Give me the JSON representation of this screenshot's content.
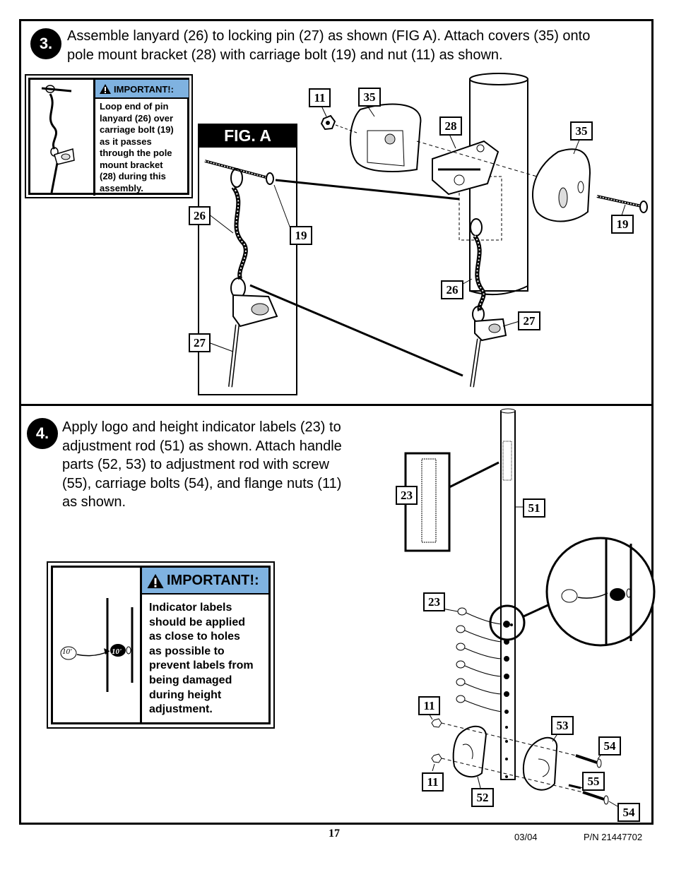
{
  "step3": {
    "number": "3.",
    "text_line1": "Assemble lanyard (26) to locking pin (27) as shown (FIG A). Attach covers (35) onto",
    "text_line2": "pole mount bracket (28) with carriage bolt (19) and nut (11) as shown.",
    "important": {
      "title": "IMPORTANT!:",
      "lines": [
        "Loop end of pin",
        "lanyard (26) over",
        "carriage bolt (19)",
        "as it passes",
        "through the pole",
        "mount bracket",
        "(28) during this",
        "assembly."
      ]
    },
    "fig_label": "FIG. A",
    "callouts": {
      "c11": "11",
      "c35a": "35",
      "c28": "28",
      "c35b": "35",
      "c19a": "19",
      "c26a": "26",
      "c19b": "19",
      "c26b": "26",
      "c27a": "27",
      "c27b": "27"
    }
  },
  "step4": {
    "number": "4.",
    "lines": [
      "Apply logo and height indicator labels (23) to",
      "adjustment rod (51) as shown.  Attach handle",
      "parts (52, 53) to adjustment rod with screw",
      "(55), carriage bolts (54), and flange nuts (11)",
      "as shown."
    ],
    "important": {
      "title": "IMPORTANT!:",
      "lines": [
        "Indicator labels",
        "should be applied",
        "as close to holes",
        "as possible to",
        "prevent labels from",
        "being damaged",
        "during height",
        "adjustment."
      ],
      "label_sample": "10'"
    },
    "callouts": {
      "c23a": "23",
      "c51": "51",
      "c23b": "23",
      "c11a": "11",
      "c53": "53",
      "c54a": "54",
      "c55": "55",
      "c11b": "11",
      "c52": "52",
      "c54b": "54"
    }
  },
  "footer": {
    "page": "17",
    "date": "03/04",
    "pn": "P/N 21447702"
  },
  "icons": [
    "warning-icon"
  ]
}
